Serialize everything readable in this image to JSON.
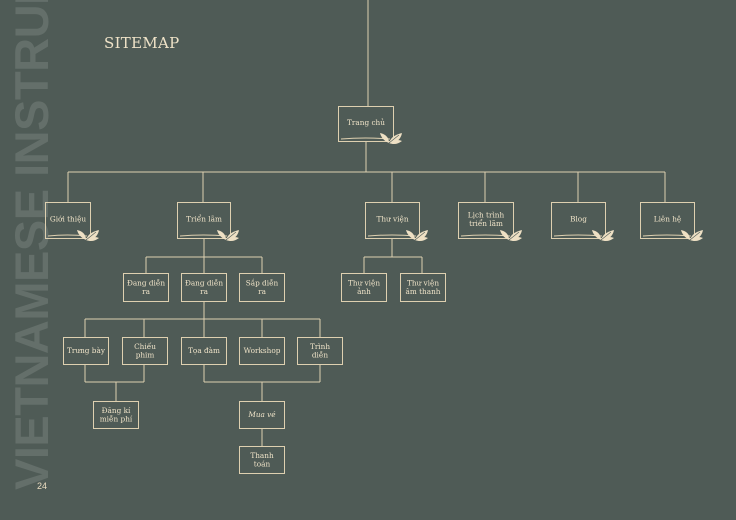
{
  "page": {
    "title": "SITEMAP",
    "side_title": "VIETNAMESE INSTRUMENT",
    "page_number": "24"
  },
  "nodes": {
    "home": [
      "Trang chủ"
    ],
    "intro": [
      "Giới thiệu"
    ],
    "exhibition": [
      "Triển lãm"
    ],
    "library": [
      "Thư viện"
    ],
    "schedule": [
      "Lịch trình",
      "triển lãm"
    ],
    "blog": [
      "Blog"
    ],
    "contact": [
      "Liên hệ"
    ],
    "upcoming": [
      "Đang diễn",
      "ra"
    ],
    "ongoing": [
      "Đang diễn",
      "ra"
    ],
    "soon": [
      "Sắp diễn",
      "ra"
    ],
    "photo_library": [
      "Thư viện",
      "ảnh"
    ],
    "sound_library": [
      "Thư viện",
      "âm thanh"
    ],
    "display": [
      "Trưng bày"
    ],
    "screening": [
      "Chiếu",
      "phim"
    ],
    "talk": [
      "Tọa đàm"
    ],
    "workshop": [
      "Workshop"
    ],
    "performance": [
      "Trình",
      "diễn"
    ],
    "free_register": [
      "Đăng kí",
      "miễn phí"
    ],
    "buy_ticket": [
      "Mua vé"
    ],
    "payment": [
      "Thanh",
      "toán"
    ]
  }
}
